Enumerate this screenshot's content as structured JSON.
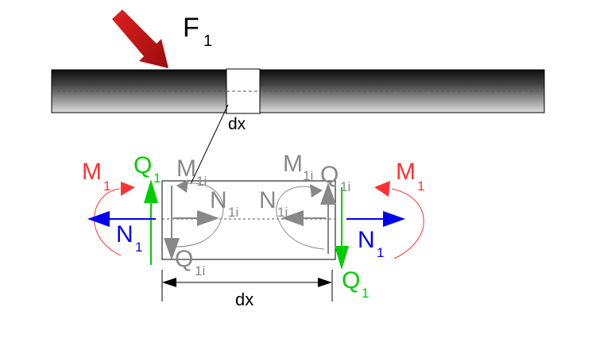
{
  "force": {
    "label": "F",
    "sub": "1"
  },
  "beam": {
    "element_label": "dx"
  },
  "element": {
    "left": {
      "moment": {
        "label": "M",
        "sub": "1"
      },
      "shear": {
        "label": "Q",
        "sub": "1"
      },
      "normal": {
        "label": "N",
        "sub": "1"
      }
    },
    "right": {
      "moment": {
        "label": "M",
        "sub": "1"
      },
      "shear": {
        "label": "Q",
        "sub": "1"
      },
      "normal": {
        "label": "N",
        "sub": "1"
      }
    },
    "inner_left": {
      "moment": {
        "label": "M",
        "sub": "1i"
      },
      "normal": {
        "label": "N",
        "sub": "1i"
      },
      "shear": {
        "label": "Q",
        "sub": "1i"
      }
    },
    "inner_right": {
      "moment": {
        "label": "M",
        "sub": "1i"
      },
      "normal": {
        "label": "N",
        "sub": "1i"
      },
      "shear": {
        "label": "Q",
        "sub": "1i"
      }
    }
  },
  "dimension": {
    "label": "dx"
  },
  "colors": {
    "force_arrow": "#cc1a1a",
    "moment": "#ff3333",
    "shear": "#00cc00",
    "normal": "#0000ee",
    "inner": "#888888",
    "beam_dark": "#111111",
    "beam_light": "#d8d8d8"
  }
}
